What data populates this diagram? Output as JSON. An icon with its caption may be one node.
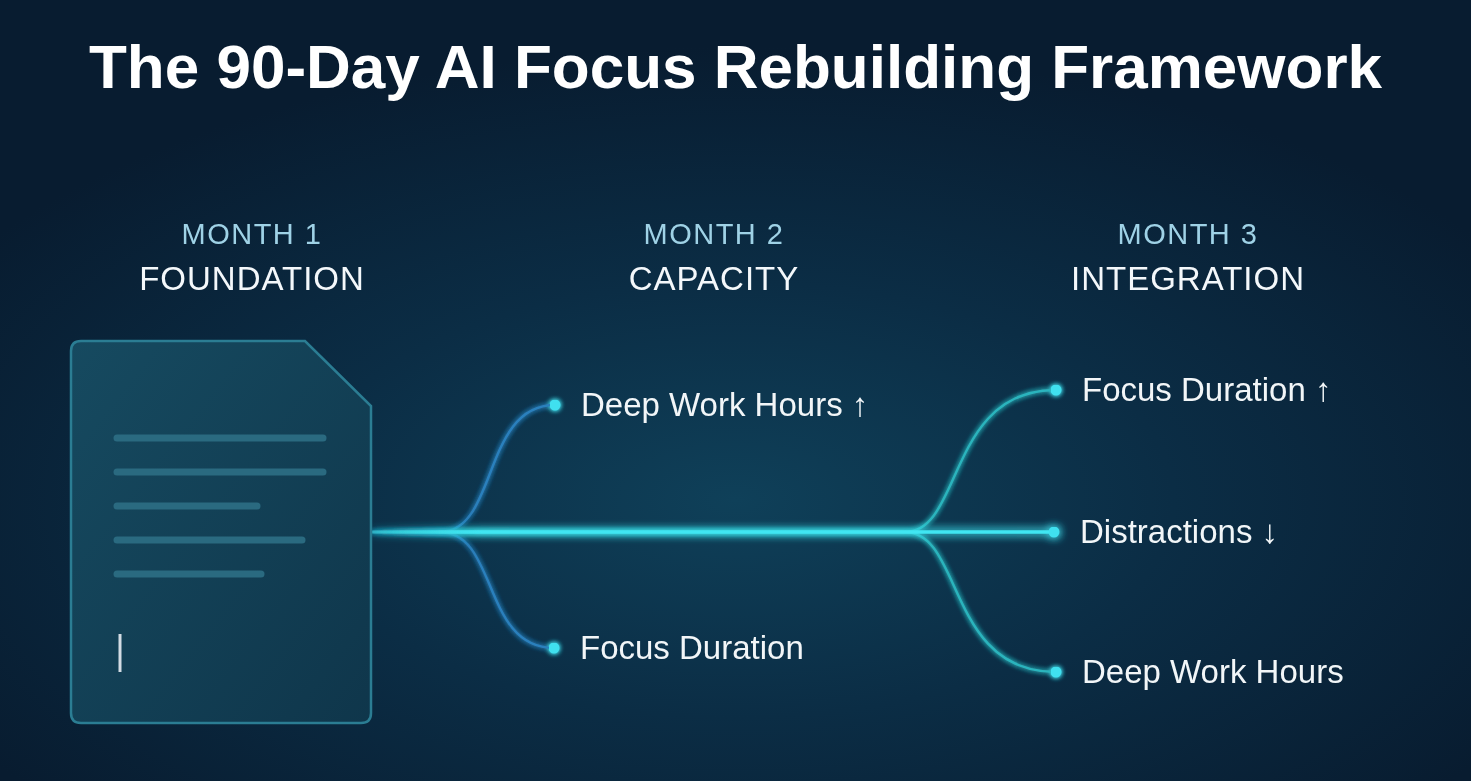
{
  "diagram": {
    "title": "The 90-Day AI Focus Rebuilding Framework",
    "nodes": [
      {
        "text": [],
        "shape": "document"
      },
      {
        "text": [
          "Deep Work Hours ↑"
        ]
      },
      {
        "text": [
          "Focus Duration"
        ]
      },
      {
        "text": [
          "Focus Duration ↑"
        ]
      },
      {
        "text": [
          "Distractions ↓"
        ]
      },
      {
        "text": [
          "Deep Work Hours"
        ]
      }
    ],
    "edges": [
      {
        "from": 0,
        "to": 1,
        "arrow": "other",
        "color": "#2a80bd"
      },
      {
        "from": 0,
        "to": 2,
        "arrow": "other",
        "color": "#2a80bd"
      },
      {
        "from": 0,
        "to": 3,
        "arrow": "other"
      },
      {
        "from": 0,
        "to": 4,
        "arrow": "other",
        "style": "thick",
        "color": "#3fe6f2"
      },
      {
        "from": 0,
        "to": 5,
        "arrow": "other"
      }
    ],
    "labels": [
      "MONTH 1",
      "MONTH 2",
      "MONTH 3",
      "FOUNDATION",
      "CAPACITY",
      "INTEGRATION"
    ]
  }
}
